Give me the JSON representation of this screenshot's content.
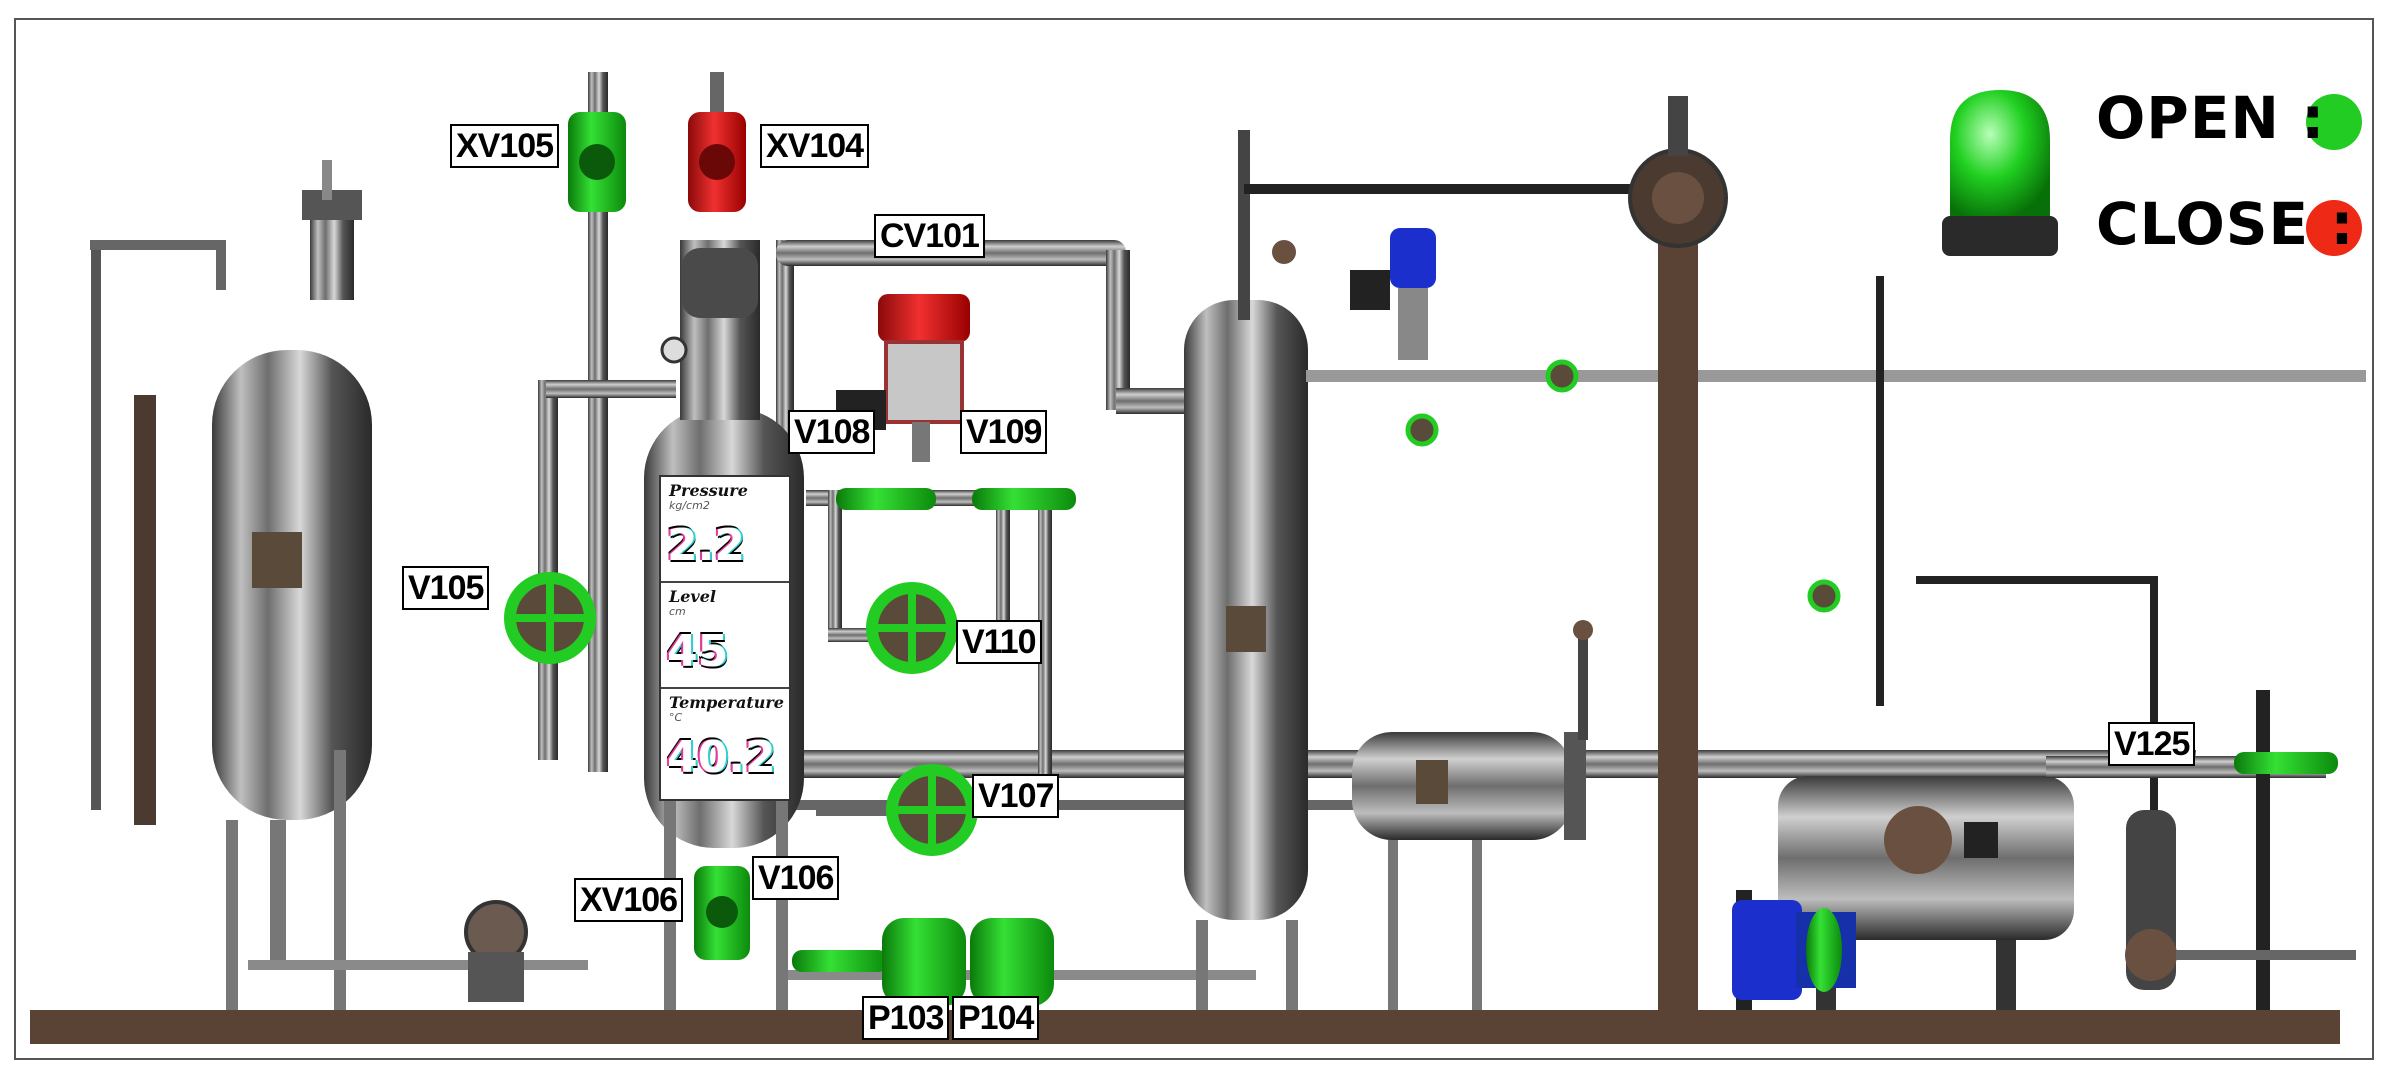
{
  "legend": {
    "open_label": "OPEN :",
    "close_label": "CLOSE :",
    "open_color": "#22cc22",
    "close_color": "#ee2a16",
    "beacon_icon": "green-beacon-light-icon"
  },
  "tags": {
    "xv105": "XV105",
    "xv104": "XV104",
    "cv101": "CV101",
    "v108": "V108",
    "v109": "V109",
    "v105": "V105",
    "v110": "V110",
    "v107": "V107",
    "v106": "V106",
    "xv106": "XV106",
    "p103": "P103",
    "p104": "P104",
    "v125": "V125"
  },
  "readings": {
    "pressure": {
      "label": "Pressure",
      "unit": "kg/cm2",
      "value": "2.2"
    },
    "level": {
      "label": "Level",
      "unit": "cm",
      "value": "45"
    },
    "temperature": {
      "label": "Temperature",
      "unit": "°C",
      "value": "40.2"
    }
  },
  "valve_states": {
    "XV105": "open",
    "XV104": "closed",
    "CV101": "closed",
    "V108": "open",
    "V109": "open",
    "V105": "open",
    "V110": "open",
    "V107": "open",
    "XV106": "open",
    "P103": "running",
    "P104": "running",
    "V125": "open"
  },
  "colors": {
    "open_green": "#22cc22",
    "closed_red": "#dd2222",
    "steel": "#8a8a8a",
    "floor": "#5a4234",
    "pump_blue": "#1a2fcc"
  }
}
